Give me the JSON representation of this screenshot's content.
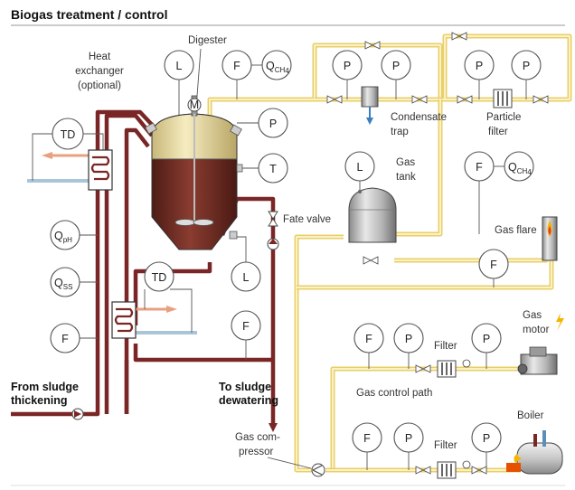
{
  "title": "Biogas treatment / control",
  "labels": {
    "heat_exchanger": [
      "Heat",
      "exchanger",
      "(optional)"
    ],
    "digester": "Digester",
    "condensate_trap": [
      "Condensate",
      "trap"
    ],
    "particle_filter": [
      "Particle",
      "filter"
    ],
    "gas_tank": [
      "Gas",
      "tank"
    ],
    "fate_valve": "Fate valve",
    "gas_flare": "Gas flare",
    "gas_motor": [
      "Gas",
      "motor"
    ],
    "filter_motor": "Filter",
    "gas_control_path": "Gas control path",
    "boiler": "Boiler",
    "filter_boiler": "Filter",
    "gas_compressor": [
      "Gas com-",
      "pressor"
    ],
    "from_sludge": [
      "From sludge",
      "thickening"
    ],
    "to_sludge": [
      "To sludge",
      "dewatering"
    ]
  },
  "instruments": {
    "td_top": "TD",
    "l_digester": "L",
    "f_digester": "F",
    "q_ch4_top": "Q",
    "q_ch4_top_sub": "CH",
    "q_ch4_top_sub2": "4",
    "p_digester": "P",
    "t_digester": "T",
    "p_cond_1": "P",
    "p_cond_2": "P",
    "p_part_1": "P",
    "p_part_2": "P",
    "l_tank": "L",
    "f_tank": "F",
    "q_ch4_tank": "Q",
    "q_ch4_tank_sub": "CH",
    "q_ch4_tank_sub2": "4",
    "q_ph": "Q",
    "q_ph_sub": "pH",
    "q_ss": "Q",
    "q_ss_sub": "SS",
    "f_left": "F",
    "td_bottom": "TD",
    "l_bottom": "L",
    "f_bottom": "F",
    "f_flare": "F",
    "f_motor": "F",
    "p_motor_1": "P",
    "p_motor_2": "P",
    "f_boiler": "F",
    "p_boiler_1": "P",
    "p_boiler_2": "P",
    "motor_symbol": "M"
  },
  "colors": {
    "gas_line": "#e8cf6a",
    "sludge_line": "#7a2626",
    "water_line": "#a9c6d9",
    "digester_sludge": "#6b2a22",
    "digester_gas": "#efe3ad"
  }
}
